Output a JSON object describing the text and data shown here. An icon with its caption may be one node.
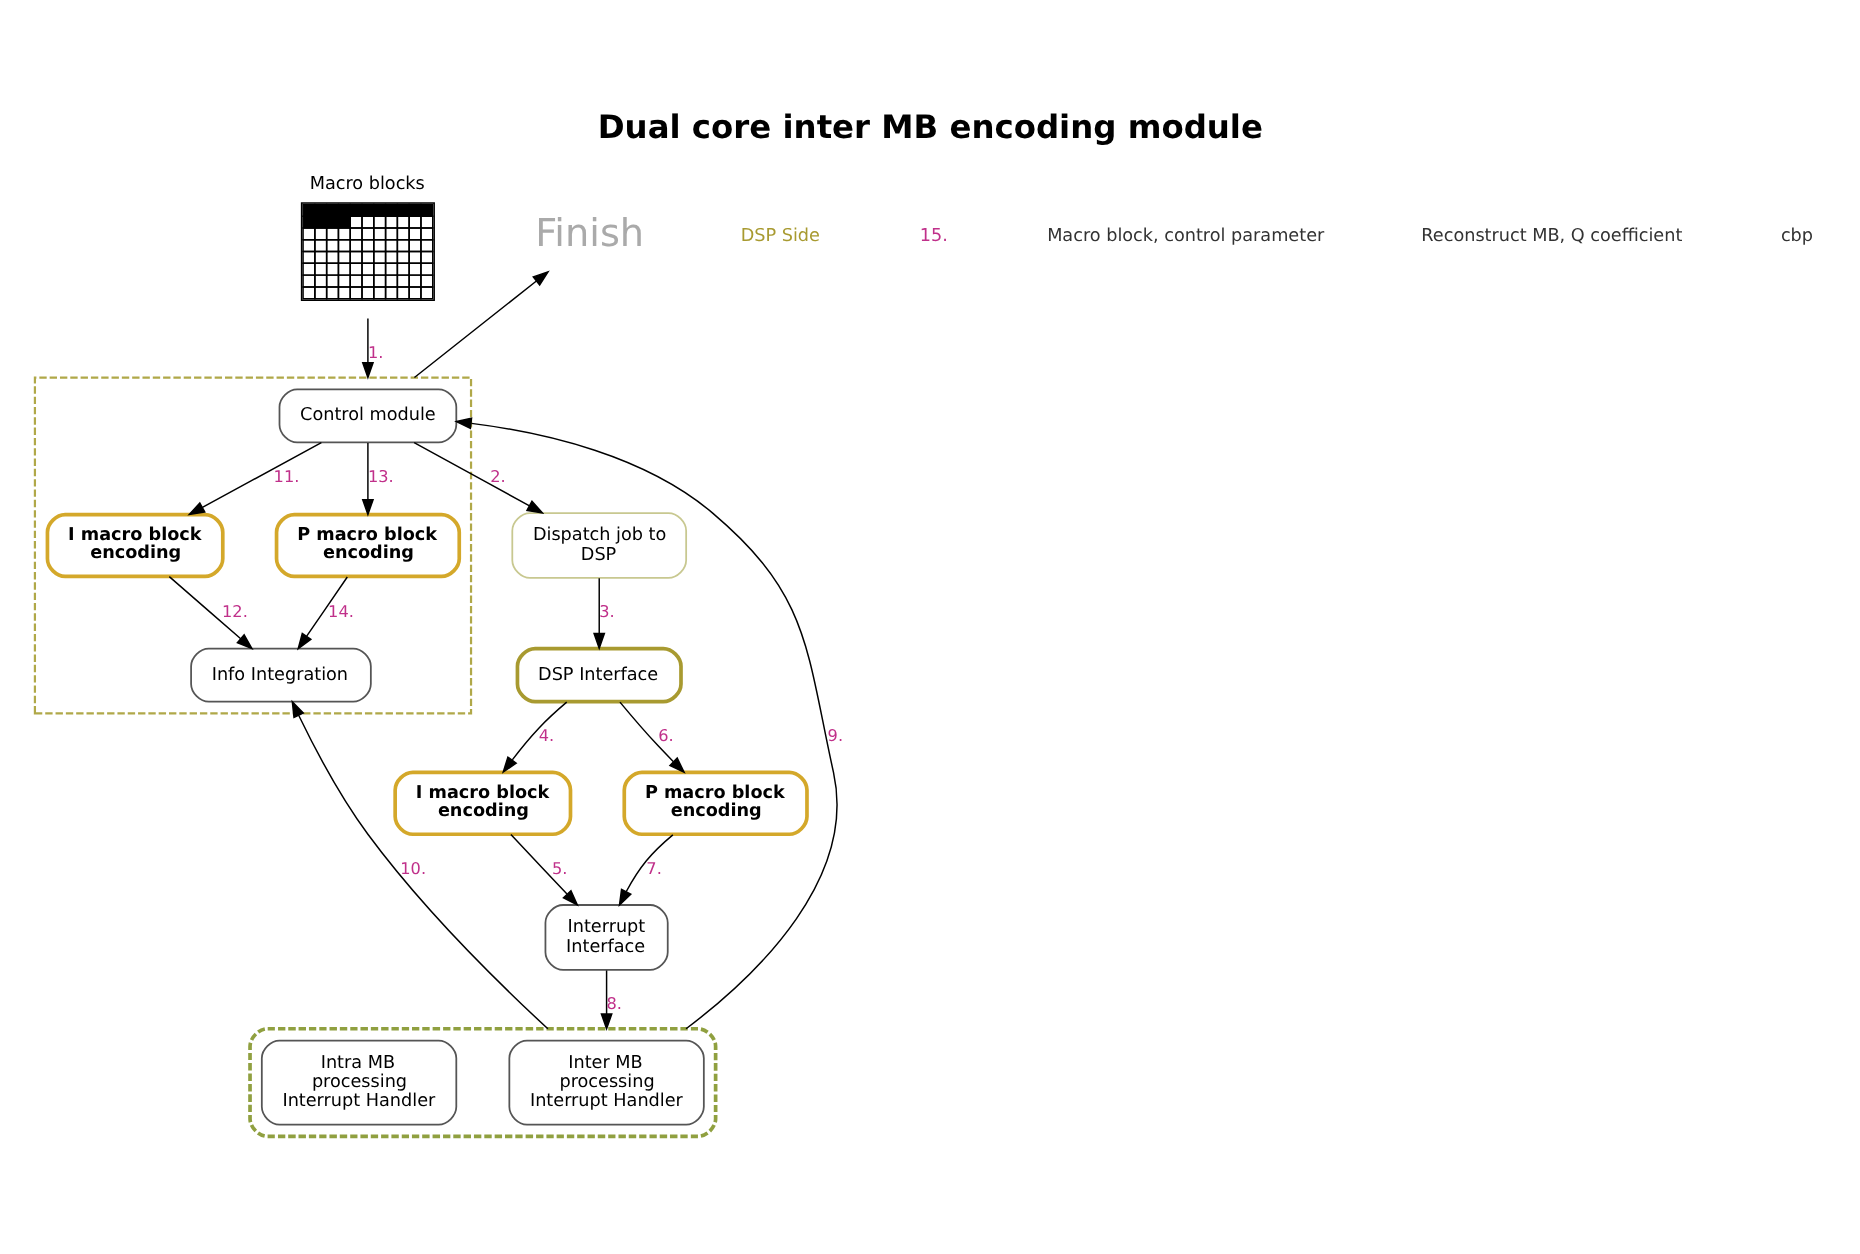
{
  "diagram": {
    "title": "Dual core inter MB encoding module",
    "nodes": [
      {
        "text": [
          "Macro blocks"
        ]
      },
      {
        "text": [],
        "shape": "box"
      },
      {
        "text": [
          "Control module"
        ],
        "in": 1
      },
      {
        "text": [
          "I macro block encoding"
        ],
        "in": 1
      },
      {
        "text": [
          "P macro block encoding"
        ],
        "in": 1
      },
      {
        "text": [
          "Info Integration"
        ],
        "in": 1
      },
      {
        "text": [
          "Dispatch job to DSP"
        ]
      },
      {
        "text": [
          "DSP Interface"
        ]
      },
      {
        "text": [
          "I macro block encoding"
        ]
      },
      {
        "text": [
          "P macro block encoding"
        ]
      },
      {
        "text": [
          "Interrupt Interface"
        ]
      },
      {
        "text": [],
        "shape": "box"
      },
      {
        "text": [
          "Inter MB processing Interrupt Handler"
        ],
        "in": 11
      },
      {
        "text": [
          "Intra MB processing Interrupt Handler"
        ],
        "in": 11
      },
      {
        "text": [
          "Finish"
        ]
      }
    ],
    "edges": [
      {
        "from": 0,
        "to": 1,
        "arrow": "to",
        "label": "1."
      },
      {
        "from": 2,
        "to": 6,
        "arrow": "to",
        "label": "2."
      },
      {
        "from": 6,
        "to": 7,
        "arrow": "to",
        "label": "3."
      },
      {
        "from": 7,
        "to": 8,
        "arrow": "to",
        "label": "4."
      },
      {
        "from": 8,
        "to": 10,
        "arrow": "to",
        "label": "5."
      },
      {
        "from": 7,
        "to": 9,
        "arrow": "to",
        "label": "6."
      },
      {
        "from": 9,
        "to": 10,
        "arrow": "to",
        "label": "7."
      },
      {
        "from": 10,
        "to": 11,
        "arrow": "to",
        "label": "8."
      },
      {
        "from": 11,
        "to": 2,
        "arrow": "to",
        "label": "9."
      },
      {
        "from": 11,
        "to": 5,
        "arrow": "to",
        "label": "10."
      },
      {
        "from": 2,
        "to": 3,
        "arrow": "to",
        "label": "11."
      },
      {
        "from": 3,
        "to": 5,
        "arrow": "to",
        "label": "12."
      },
      {
        "from": 2,
        "to": 4,
        "arrow": "to",
        "label": "13."
      },
      {
        "from": 4,
        "to": 5,
        "arrow": "to",
        "label": "14."
      },
      {
        "from": 1,
        "to": 14,
        "arrow": "to"
      }
    ],
    "labels": [
      "DSP Side",
      "15.",
      "Macro block, control parameter",
      "Reconstruct MB, Q coefficient",
      "cbp"
    ]
  }
}
